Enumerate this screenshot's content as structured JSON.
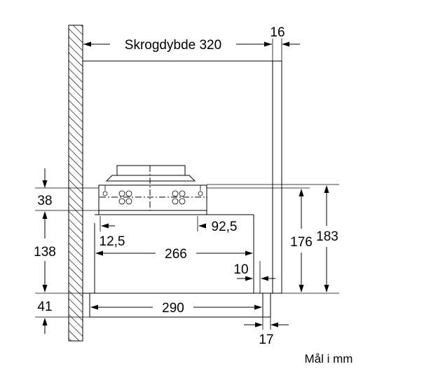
{
  "labels": {
    "skrogdybde": "Skrogdybde 320",
    "d16": "16",
    "d38": "38",
    "d138": "138",
    "d41": "41",
    "d12_5": "12,5",
    "d92_5": "92,5",
    "d266": "266",
    "d10": "10",
    "d290": "290",
    "d17": "17",
    "d176": "176",
    "d183": "183",
    "units": "Mål i mm"
  }
}
